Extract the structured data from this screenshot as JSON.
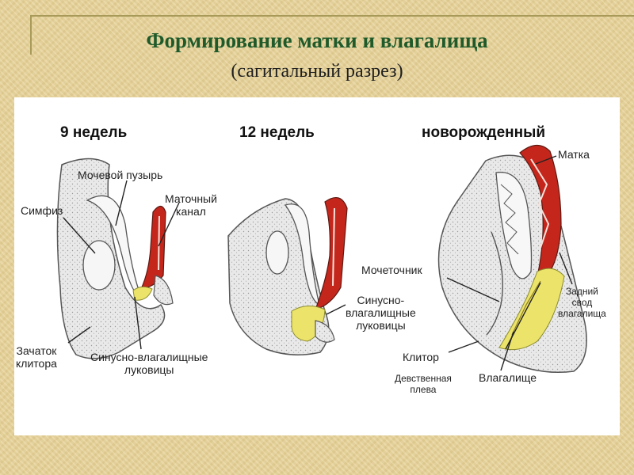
{
  "slide": {
    "title": "Формирование матки и влагалища",
    "subtitle": "(сагитальный разрез)"
  },
  "diagram": {
    "stages": [
      "9 недель",
      "12 недель",
      "новорожденный"
    ],
    "labels": {
      "mochevoy_puzyr": "Мочевой пузырь",
      "simfiz": "Симфиз",
      "matochny_1": "Маточный",
      "matochny_2": "канал",
      "zatochok_1": "Зачаток",
      "zatochok_2": "клитора",
      "sin_vl_9": "Синусно-влагалищные",
      "lukovitsy_9": "луковицы",
      "sin_12_1": "Синусно-",
      "sin_12_2": "влагалищные",
      "sin_12_3": "луковицы",
      "matka": "Матка",
      "mochetochnik": "Мочеточник",
      "zadny_1": "Задний",
      "zadny_2": "свод",
      "zadny_3": "влагалища",
      "klitor": "Клитор",
      "devstv_1": "Девственная",
      "devstv_2": "плева",
      "vlagalishche": "Влагалище"
    },
    "colors": {
      "uterus": "#c4261c",
      "sinus": "#ece46a",
      "tissue": "#e6e6e6",
      "outline": "#555555",
      "title_green": "#1f5a2a"
    }
  }
}
